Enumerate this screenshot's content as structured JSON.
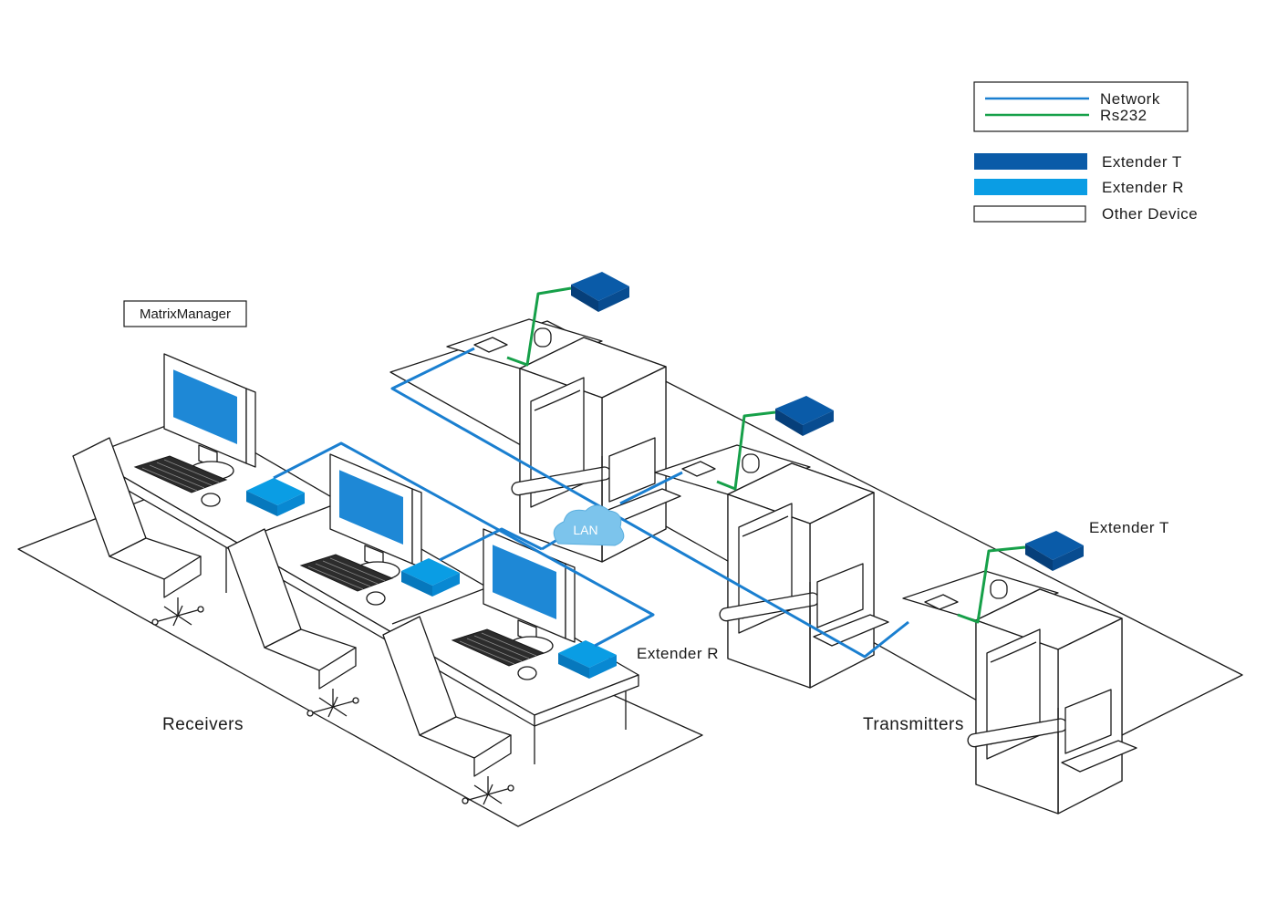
{
  "legend": {
    "lines": [
      {
        "label": "Network",
        "color": "#1a7fd0"
      },
      {
        "label": "Rs232",
        "color": "#16a049"
      }
    ],
    "devices": [
      {
        "label": "Extender T",
        "color": "#0a5ba8"
      },
      {
        "label": "Extender R",
        "color": "#0a9de4"
      },
      {
        "label": "Other Device",
        "color": "#ffffff"
      }
    ]
  },
  "labels": {
    "matrix_manager": "MatrixManager",
    "receivers": "Receivers",
    "transmitters": "Transmitters",
    "extender_r": "Extender R",
    "extender_t": "Extender T",
    "lan": "LAN"
  },
  "colors": {
    "network": "#1a7fd0",
    "rs232": "#16a049",
    "extender_t": "#0a5ba8",
    "extender_r": "#0a9de4",
    "screen": "#1e88d6",
    "lan_cloud": "#7cc4ec"
  },
  "icons": [
    "monitor-icon",
    "keyboard-icon",
    "mouse-icon",
    "chair-icon",
    "xray-scanner-icon",
    "cloud-icon"
  ]
}
